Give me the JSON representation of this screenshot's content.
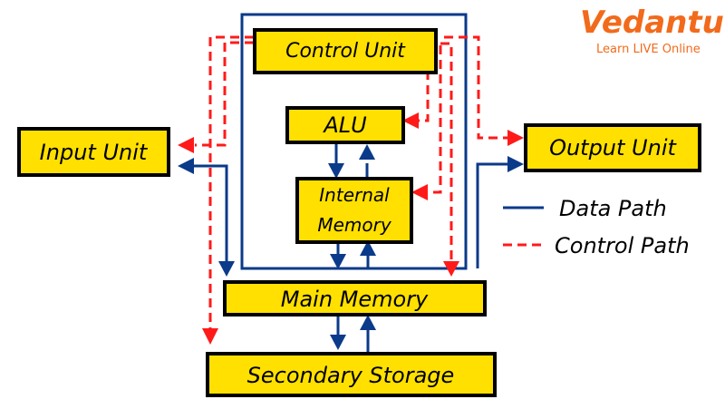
{
  "brand": {
    "name": "Vedantu",
    "tagline": "Learn LIVE Online",
    "color": "#f26a1b"
  },
  "components": {
    "control_unit": "Control Unit",
    "alu": "ALU",
    "internal_memory_line1": "Internal",
    "internal_memory_line2": "Memory",
    "input_unit": "Input Unit",
    "output_unit": "Output Unit",
    "main_memory": "Main Memory",
    "secondary_storage": "Secondary Storage"
  },
  "legend": {
    "data_path": "Data Path",
    "control_path": "Control Path"
  },
  "colors": {
    "box_fill": "#ffe000",
    "data_path": "#0a3a8a",
    "control_path": "#ff1a1a"
  }
}
